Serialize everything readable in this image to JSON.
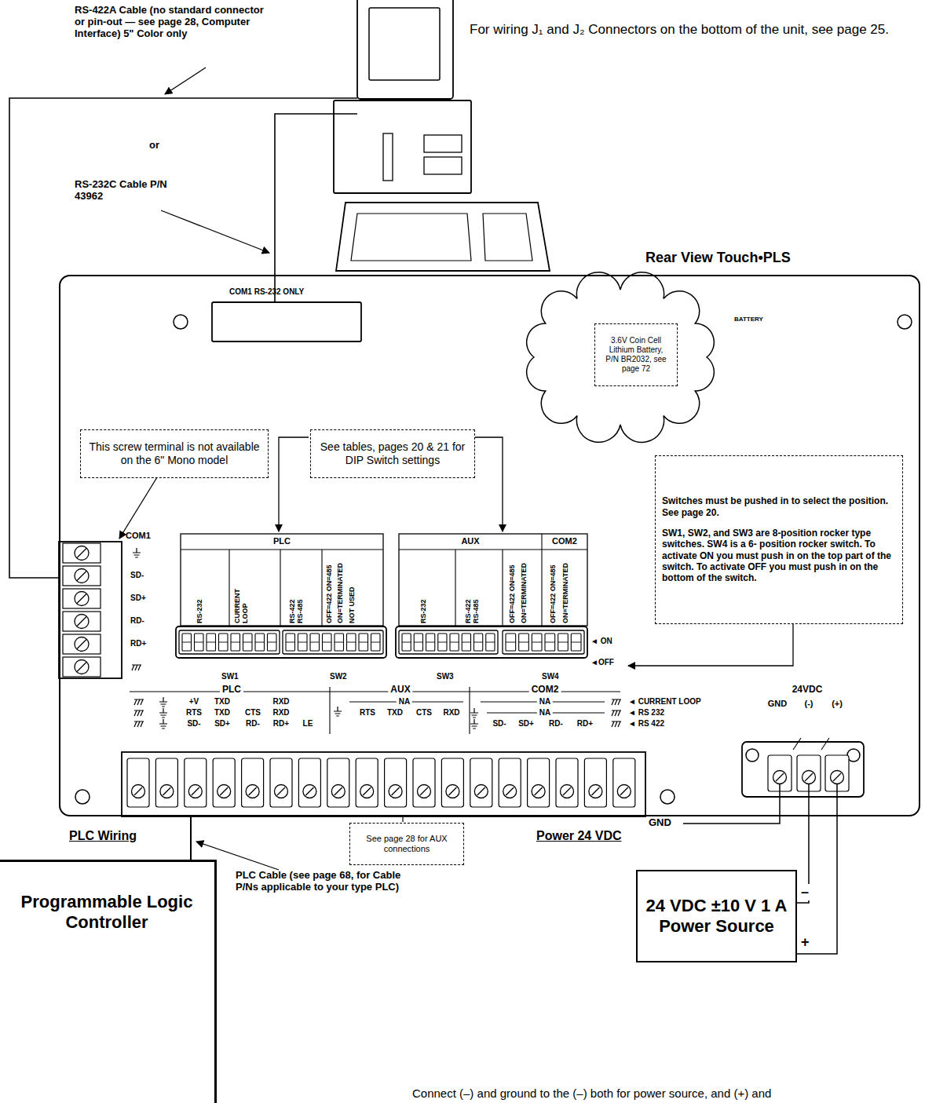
{
  "diagram": {
    "nodes": [
      {
        "text": [
          "Rear View Touch•PLS"
        ]
      },
      {
        "text": [
          "This screw terminal is not available on the 6\" Mono model"
        ],
        "in": 0
      },
      {
        "text": [
          "See tables, pages 20 & 21 for DIP Switch settings"
        ],
        "in": 0
      },
      {
        "text": [
          "3.6V Coin Cell Lithium Battery, P/N BR2032, see page 72"
        ],
        "in": 0
      },
      {
        "text": [
          "Switches must be pushed in to select the position. See page 20.",
          "SW1, SW2, and SW3 are 8-position rocker type switches. SW4 is a 6- position rocker switch. To activate ON you must push in on the top part of the switch. To activate OFF you must push in on the bottom of the switch."
        ],
        "in": 0
      },
      {
        "text": [
          "See page 28 for AUX connections"
        ]
      },
      {
        "text": [
          "Programmable Logic Controller"
        ]
      },
      {
        "text": [
          "24 VDC ±10 V 1 A Power Source"
        ]
      }
    ],
    "edges": [
      {
        "from": 6,
        "to": 0,
        "arrow": "none"
      },
      {
        "from": 7,
        "to": 0,
        "label": "–",
        "arrow": "none"
      },
      {
        "from": 7,
        "to": 0,
        "label": "+",
        "arrow": "none"
      }
    ],
    "labels": [
      "RS-422A Cable (no standard connector or pin-out — see page 28, Computer Interface) 5\" Color only",
      "or",
      "RS-232C Cable P/N 43962",
      "For wiring J₁ and J₂ Connectors on the bottom of the unit, see page 25.",
      "COM1 RS-232 ONLY",
      "BATTERY",
      "PLC",
      "AUX",
      "COM2",
      "RS-232",
      "CURRENT LOOP",
      "RS-422 RS-485",
      "OFF=422 ON=485",
      "ON=TERMINATED",
      "NOT USED",
      "RS-232",
      "RS-422 RS-485",
      "OFF=422 ON=485",
      "ON=TERMINATED",
      "OFF=422 ON=485",
      "ON=TERMINATED",
      "◄ ON",
      "◄OFF",
      "SW1",
      "SW2",
      "SW3",
      "SW4",
      "COM1",
      "SD-",
      "SD+",
      "RD-",
      "RD+",
      "PLC",
      "AUX",
      "COM2",
      "+V",
      "TXD",
      "RXD",
      "RTS",
      "TXD",
      "CTS",
      "RXD",
      "SD-",
      "SD+",
      "RD-",
      "RD+",
      "LE",
      "NA",
      "RTS",
      "TXD",
      "CTS",
      "RXD",
      "NA",
      "NA",
      "SD-",
      "SD+",
      "RD-",
      "RD+",
      "◄ CURRENT LOOP",
      "◄ RS 232",
      "◄ RS 422",
      "24VDC",
      "GND",
      "(-)",
      "(+)",
      "PLC Wiring",
      "Power 24 VDC",
      "PLC Cable (see page 68, for Cable P/Ns applicable to your type PLC)",
      "GND",
      "Connect (–) and ground to the (–) both for power source, and (+) and"
    ]
  }
}
